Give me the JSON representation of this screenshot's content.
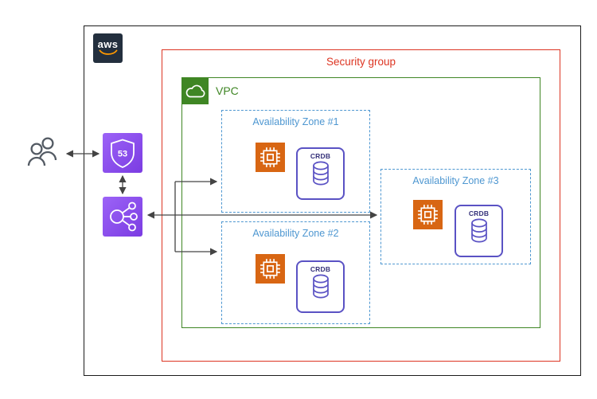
{
  "aws": {
    "logo_text": "aws"
  },
  "security_group": {
    "label": "Security group"
  },
  "vpc": {
    "label": "VPC"
  },
  "zones": [
    {
      "label": "Availability Zone #1"
    },
    {
      "label": "Availability Zone #2"
    },
    {
      "label": "Availability Zone #3"
    }
  ],
  "nodes": {
    "crdb_label": "CRDB",
    "route53_number": "53"
  },
  "colors": {
    "security_group_red": "#dd3522",
    "vpc_green": "#3f8624",
    "availability_zone_blue": "#4e97d1",
    "compute_orange": "#d86613",
    "crdb_purple": "#5a52c4",
    "network_purple": "#8c4fff",
    "aws_navy": "#232f3e",
    "aws_smile_orange": "#ff9900",
    "connector_gray": "#434343",
    "users_gray": "#545b64"
  }
}
